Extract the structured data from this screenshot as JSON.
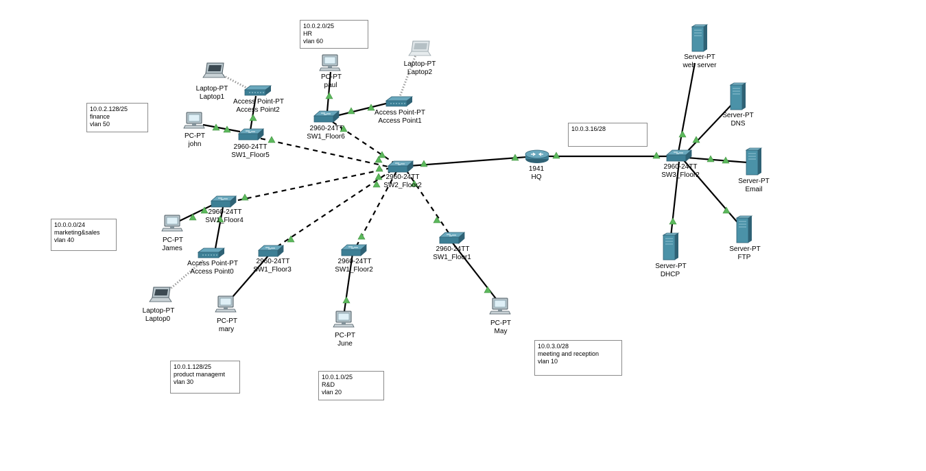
{
  "devices": {
    "laptop1": {
      "type": "Laptop-PT",
      "name": "Laptop1"
    },
    "ap2": {
      "type": "Access Point-PT",
      "name": "Access Point2"
    },
    "john": {
      "type": "PC-PT",
      "name": "john"
    },
    "sw1f5": {
      "type": "2960-24TT",
      "name": "SW1_Floor5"
    },
    "paul": {
      "type": "PC-PT",
      "name": "paul"
    },
    "sw1f6": {
      "type": "2960-24TT",
      "name": "SW1_Floor6"
    },
    "laptop2": {
      "type": "Laptop-PT",
      "name": "Laptop2"
    },
    "ap1": {
      "type": "Access Point-PT",
      "name": "Access Point1"
    },
    "sw2f2": {
      "type": "2960-24TT",
      "name": "SW2_Floor2"
    },
    "hq": {
      "type": "1941",
      "name": "HQ"
    },
    "sw3f2": {
      "type": "2960-24TT",
      "name": "SW3_Floor2"
    },
    "webserver": {
      "type": "Server-PT",
      "name": "web server"
    },
    "dns": {
      "type": "Server-PT",
      "name": "DNS"
    },
    "email": {
      "type": "Server-PT",
      "name": "Email"
    },
    "dhcp": {
      "type": "Server-PT",
      "name": "DHCP"
    },
    "ftp": {
      "type": "Server-PT",
      "name": "FTP"
    },
    "sw1f4": {
      "type": "2960-24TT",
      "name": "SW1_Floor4"
    },
    "james": {
      "type": "PC-PT",
      "name": "James"
    },
    "ap0": {
      "type": "Access Point-PT",
      "name": "Access Point0"
    },
    "laptop0": {
      "type": "Laptop-PT",
      "name": "Laptop0"
    },
    "sw1f3": {
      "type": "2960-24TT",
      "name": "SW1_Floor3"
    },
    "mary": {
      "type": "PC-PT",
      "name": "mary"
    },
    "sw1f2": {
      "type": "2960-24TT",
      "name": "SW1_Floor2"
    },
    "june": {
      "type": "PC-PT",
      "name": "June"
    },
    "sw1f1": {
      "type": "2960-24TT",
      "name": "SW1_Floor1"
    },
    "may": {
      "type": "PC-PT",
      "name": "May"
    }
  },
  "notes": {
    "hr": {
      "line1": "10.0.2.0/25",
      "line2": "HR",
      "line3": "vlan 60"
    },
    "finance": {
      "line1": "10.0.2.128/25",
      "line2": "finance",
      "line3": "vlan 50"
    },
    "wan": {
      "line1": "10.0.3.16/28",
      "line2": "",
      "line3": ""
    },
    "marketing": {
      "line1": "10.0.0.0/24",
      "line2": "marketing&sales",
      "line3": "vlan 40"
    },
    "meeting": {
      "line1": "10.0.3.0/28",
      "line2": "meeting and reception",
      "line3": "vlan 10"
    },
    "product": {
      "line1": "10.0.1.128/25",
      "line2": "product managemt",
      "line3": "vlan 30"
    },
    "rd": {
      "line1": "10.0.1.0/25",
      "line2": "R&D",
      "line3": "vlan 20"
    }
  },
  "colors": {
    "link_light": "#5cb85c",
    "switch_top": "#4f8fa6",
    "switch_side": "#2f6275",
    "server_body": "#3f8aa0",
    "pc_screen": "#cfe6f0"
  }
}
